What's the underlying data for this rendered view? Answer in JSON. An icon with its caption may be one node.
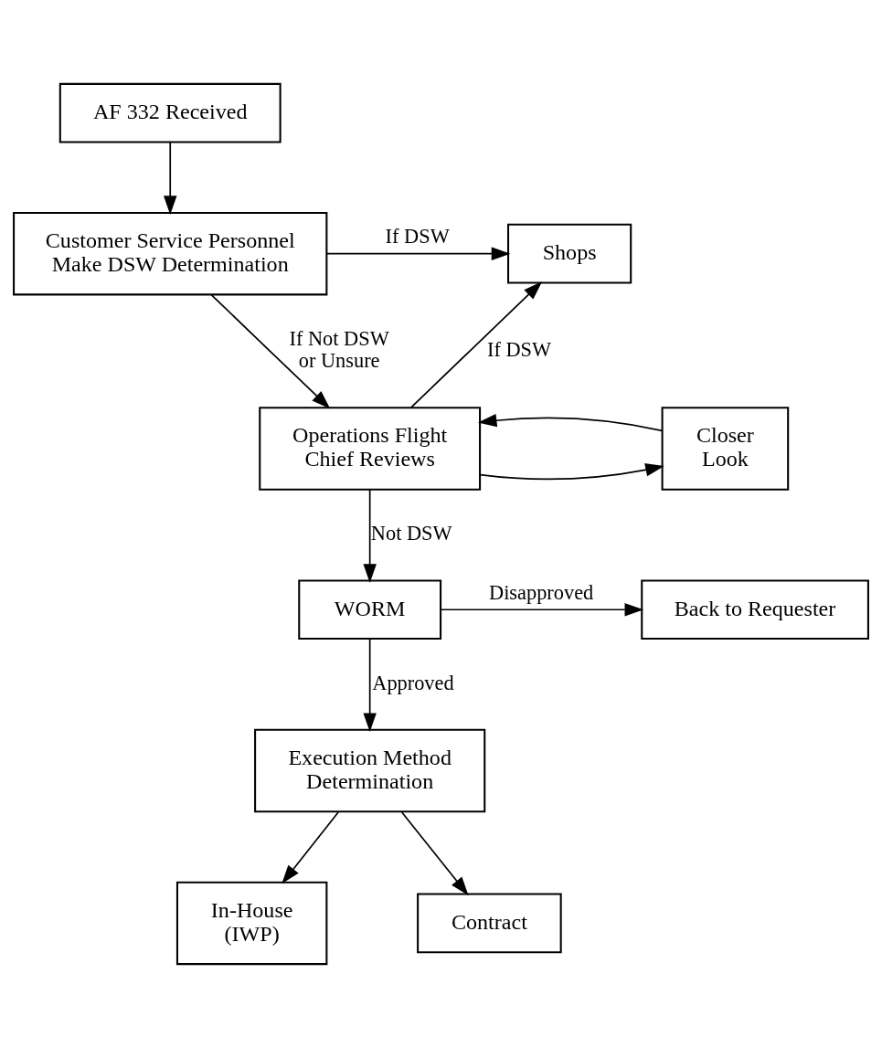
{
  "diagram": {
    "nodes": [
      {
        "text": [
          "AF 332 Received"
        ]
      },
      {
        "text": [
          "Customer Service Personnel Make DSW Determination"
        ]
      },
      {
        "text": [
          "Shops"
        ]
      },
      {
        "text": [
          "Closer Look"
        ]
      },
      {
        "text": [
          "Operations Flight Chief Reviews"
        ]
      },
      {
        "text": [
          "WORM"
        ]
      },
      {
        "text": [
          "Back to Requester"
        ]
      },
      {
        "text": [
          "Execution Method Determination"
        ]
      },
      {
        "text": [
          "In-House (IWP)"
        ]
      },
      {
        "text": [
          "Contract"
        ]
      }
    ],
    "edges": [
      {
        "from": 0,
        "to": 1,
        "arrow": "to"
      },
      {
        "from": 1,
        "to": 2,
        "arrow": "to",
        "label": "If DSW"
      },
      {
        "from": 1,
        "to": 4,
        "arrow": "to",
        "label": "If Not DSW or Unsure"
      },
      {
        "from": 4,
        "to": 3,
        "arrow": "to"
      },
      {
        "from": 3,
        "to": 4,
        "arrow": "to"
      },
      {
        "from": 4,
        "to": 2,
        "arrow": "to",
        "label": "If DSW"
      },
      {
        "from": 4,
        "to": 5,
        "arrow": "to",
        "label": "Not DSW"
      },
      {
        "from": 5,
        "to": 6,
        "arrow": "to",
        "label": "Disapproved"
      },
      {
        "from": 5,
        "to": 7,
        "arrow": "to",
        "label": "Approved"
      },
      {
        "from": 7,
        "to": 8,
        "arrow": "to"
      },
      {
        "from": 7,
        "to": 9,
        "arrow": "to"
      }
    ]
  }
}
